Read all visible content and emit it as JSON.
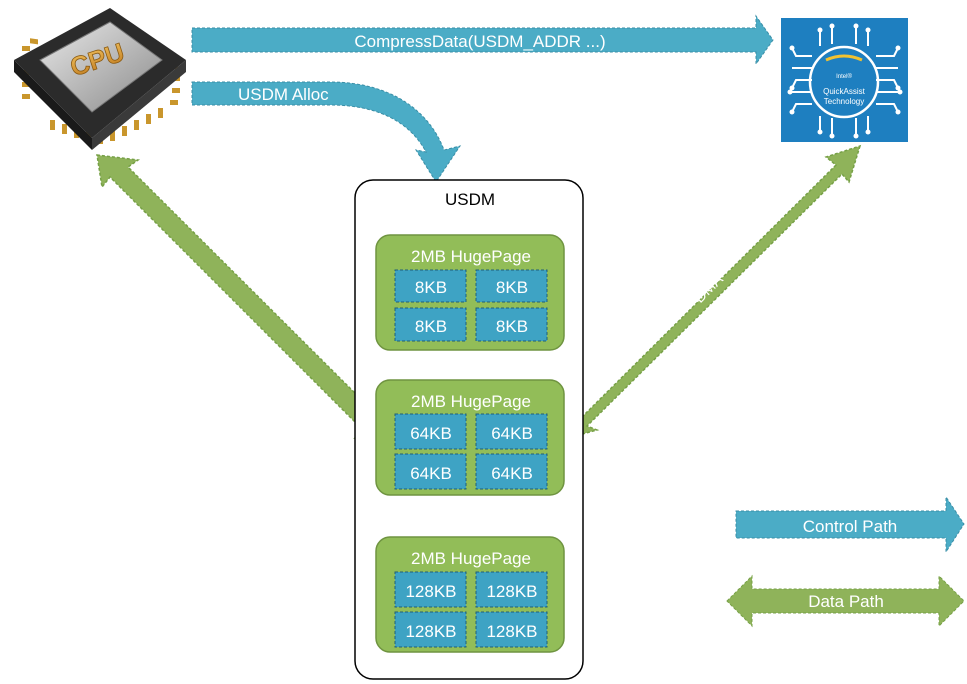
{
  "cpu": {
    "label": "CPU"
  },
  "qat": {
    "brand": "Intel®",
    "name_line1": "QuickAssist",
    "name_line2": "Technology"
  },
  "arrows": {
    "compress": "CompressData(USDM_ADDR ...)",
    "alloc": "USDM Alloc",
    "dma": "DMA"
  },
  "usdm": {
    "title": "USDM",
    "pages": [
      {
        "title": "2MB HugePage",
        "blocks": [
          "8KB",
          "8KB",
          "8KB",
          "8KB"
        ]
      },
      {
        "title": "2MB HugePage",
        "blocks": [
          "64KB",
          "64KB",
          "64KB",
          "64KB"
        ]
      },
      {
        "title": "2MB HugePage",
        "blocks": [
          "128KB",
          "128KB",
          "128KB",
          "128KB"
        ]
      }
    ]
  },
  "legend": {
    "control": "Control Path",
    "data": "Data Path"
  },
  "colors": {
    "control_arrow": "#4bacc6",
    "data_arrow": "#8fb35a",
    "hugepage_fill": "#92bd58",
    "block_fill": "#3ea3c4",
    "qat_bg": "#1e7fc0",
    "cpu_gold": "#d99a33"
  }
}
